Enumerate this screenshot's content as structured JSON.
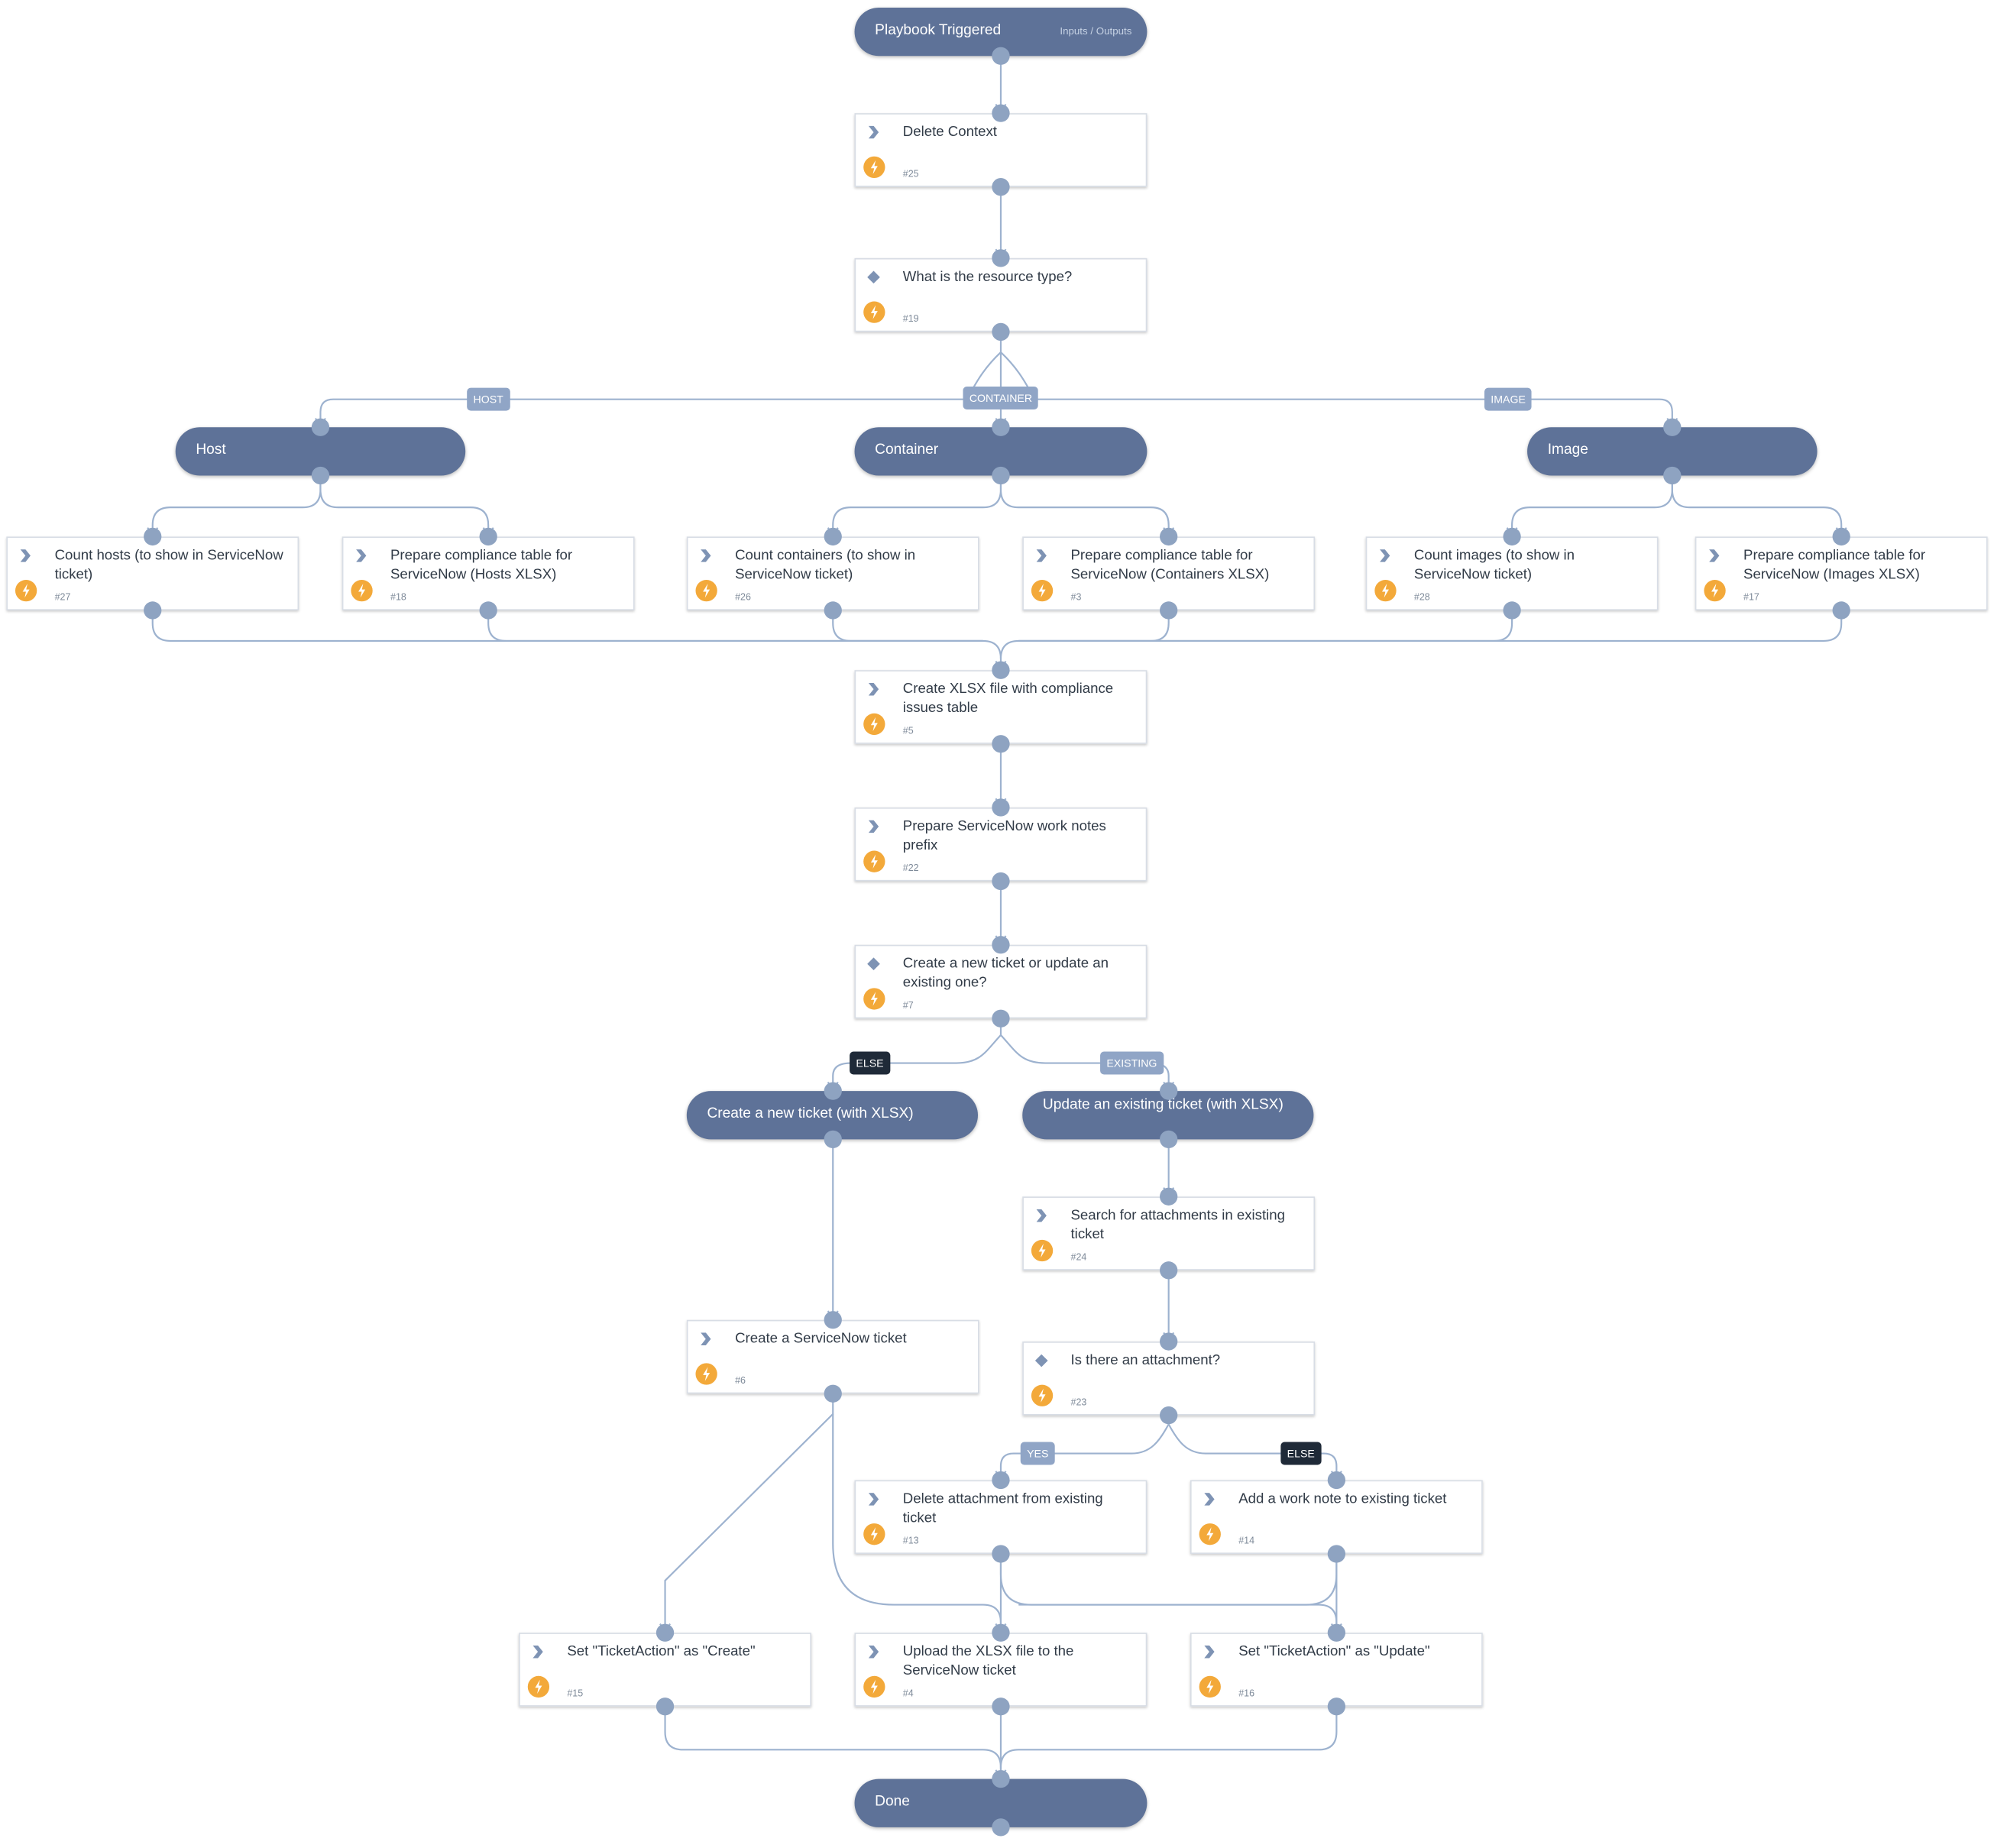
{
  "playbook": {
    "start": {
      "title": "Playbook Triggered",
      "link": "Inputs / Outputs"
    },
    "end": {
      "title": "Done"
    }
  },
  "sections": {
    "host": "Host",
    "container": "Container",
    "image": "Image",
    "create_new": "Create a new ticket (with XLSX)",
    "update_existing": "Update an existing ticket (with XLSX)"
  },
  "tasks": {
    "delete_context": {
      "title": "Delete Context",
      "id": "#25",
      "type": "regular"
    },
    "resource_type": {
      "title": "What is the resource type?",
      "id": "#19",
      "type": "condition"
    },
    "count_hosts": {
      "title": "Count hosts (to show in ServiceNow ticket)",
      "id": "#27",
      "type": "regular"
    },
    "prep_hosts": {
      "title": "Prepare compliance table for ServiceNow (Hosts XLSX)",
      "id": "#18",
      "type": "regular"
    },
    "count_containers": {
      "title": "Count containers (to show in ServiceNow ticket)",
      "id": "#26",
      "type": "regular"
    },
    "prep_containers": {
      "title": "Prepare compliance table for ServiceNow (Containers XLSX)",
      "id": "#3",
      "type": "regular"
    },
    "count_images": {
      "title": "Count images (to show in ServiceNow ticket)",
      "id": "#28",
      "type": "regular"
    },
    "prep_images": {
      "title": "Prepare compliance table for ServiceNow (Images XLSX)",
      "id": "#17",
      "type": "regular"
    },
    "create_xlsx": {
      "title": "Create XLSX file with compliance issues table",
      "id": "#5",
      "type": "regular"
    },
    "prep_notes": {
      "title": "Prepare ServiceNow work notes prefix",
      "id": "#22",
      "type": "regular"
    },
    "new_or_update": {
      "title": "Create a new ticket or update an existing one?",
      "id": "#7",
      "type": "condition"
    },
    "search_attach": {
      "title": "Search for attachments in existing ticket",
      "id": "#24",
      "type": "regular"
    },
    "create_snow": {
      "title": "Create a ServiceNow ticket",
      "id": "#6",
      "type": "regular"
    },
    "is_attach": {
      "title": "Is there an attachment?",
      "id": "#23",
      "type": "condition"
    },
    "delete_attach": {
      "title": "Delete attachment from existing ticket",
      "id": "#13",
      "type": "regular"
    },
    "add_note": {
      "title": "Add a work note to existing ticket",
      "id": "#14",
      "type": "regular"
    },
    "set_create": {
      "title": "Set \"TicketAction\" as \"Create\"",
      "id": "#15",
      "type": "regular"
    },
    "upload_xlsx": {
      "title": "Upload the XLSX file to the ServiceNow ticket",
      "id": "#4",
      "type": "regular"
    },
    "set_update": {
      "title": "Set \"TicketAction\" as \"Update\"",
      "id": "#16",
      "type": "regular"
    }
  },
  "edge_labels": {
    "host": "HOST",
    "container": "CONTAINER",
    "image": "IMAGE",
    "else1": "ELSE",
    "existing": "EXISTING",
    "yes": "YES",
    "else2": "ELSE"
  },
  "colors": {
    "pill": "#5e7298",
    "port": "#8ea3c1",
    "edge": "#9db2cf",
    "bolt": "#f3a93a",
    "label": "#90a5c6",
    "label_dark": "#1f2a38"
  }
}
